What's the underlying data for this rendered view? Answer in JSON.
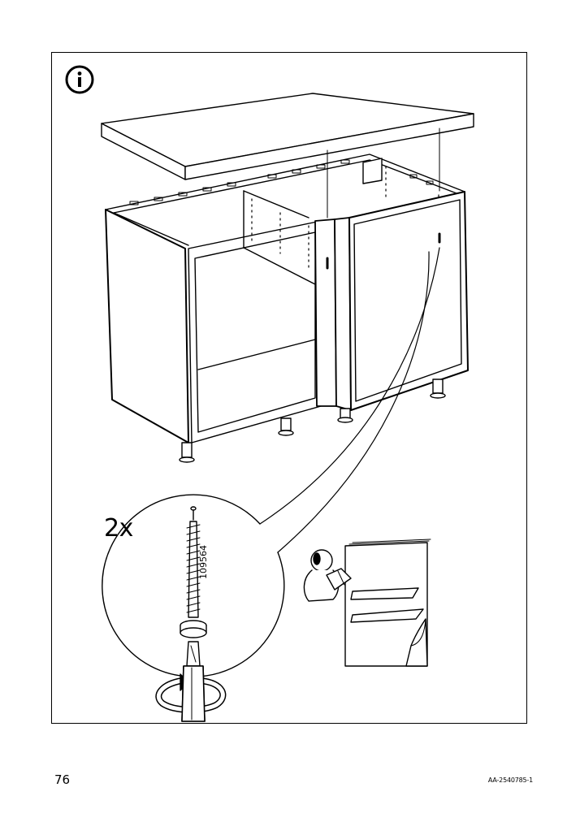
{
  "page": {
    "info_icon": "info-circle-icon",
    "quantity_label": "2x",
    "screw_part_number": "109564",
    "page_number": "76",
    "document_code": "AA-2540785-1"
  }
}
